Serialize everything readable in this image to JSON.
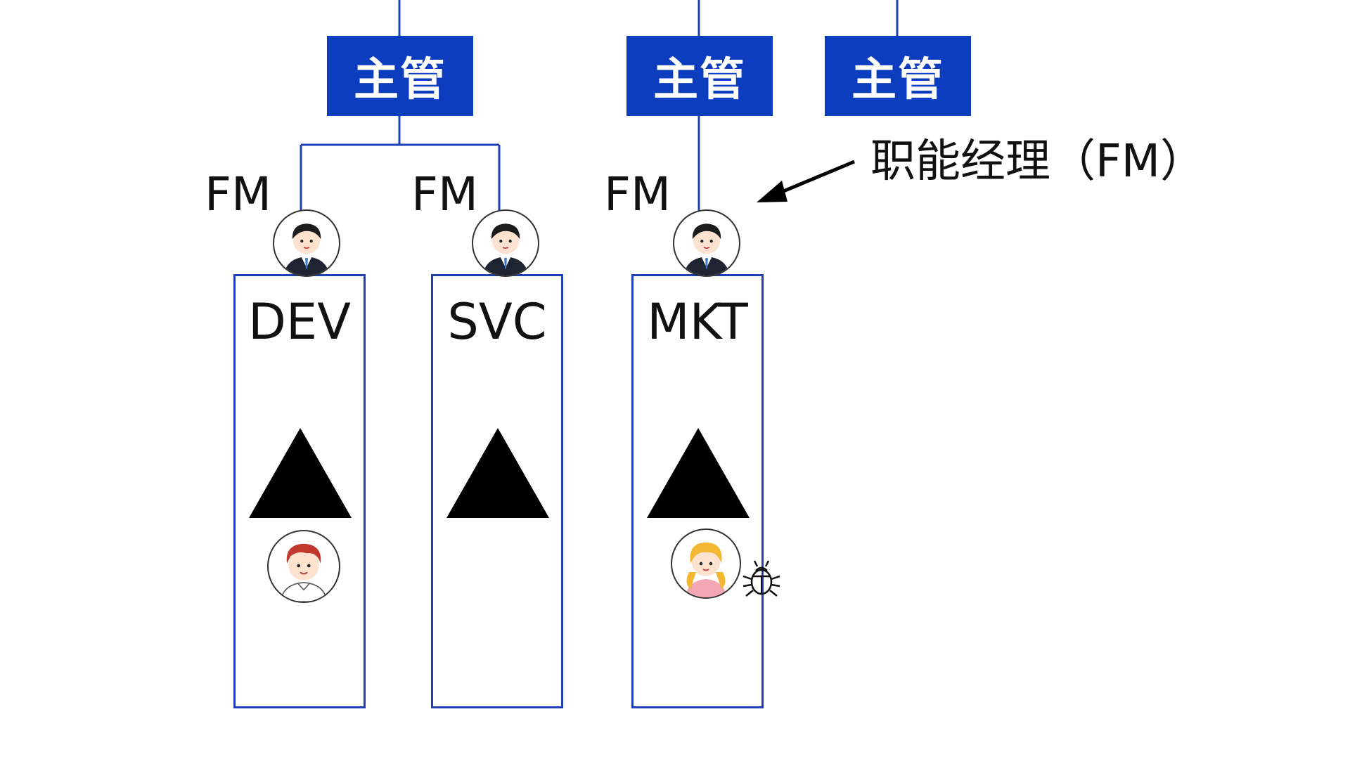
{
  "supervisors": [
    {
      "label": "主管"
    },
    {
      "label": "主管"
    },
    {
      "label": "主管"
    }
  ],
  "fm_labels": [
    "FM",
    "FM",
    "FM"
  ],
  "departments": [
    {
      "label": "DEV"
    },
    {
      "label": "SVC"
    },
    {
      "label": "MKT"
    }
  ],
  "annotation": {
    "text": "职能经理（FM）"
  },
  "icons": {
    "manager_avatar": "manager-avatar-icon",
    "developer_avatar": "developer-avatar-icon",
    "marketer_avatar": "marketer-avatar-icon",
    "bug": "bug-icon",
    "triangle": "triangle-icon",
    "arrow": "arrow-icon"
  },
  "colors": {
    "supervisor_fill": "#0c3dbf",
    "connector_line": "#1f3fb5",
    "department_border": "#1f3fb5",
    "triangle_fill": "#000000"
  }
}
